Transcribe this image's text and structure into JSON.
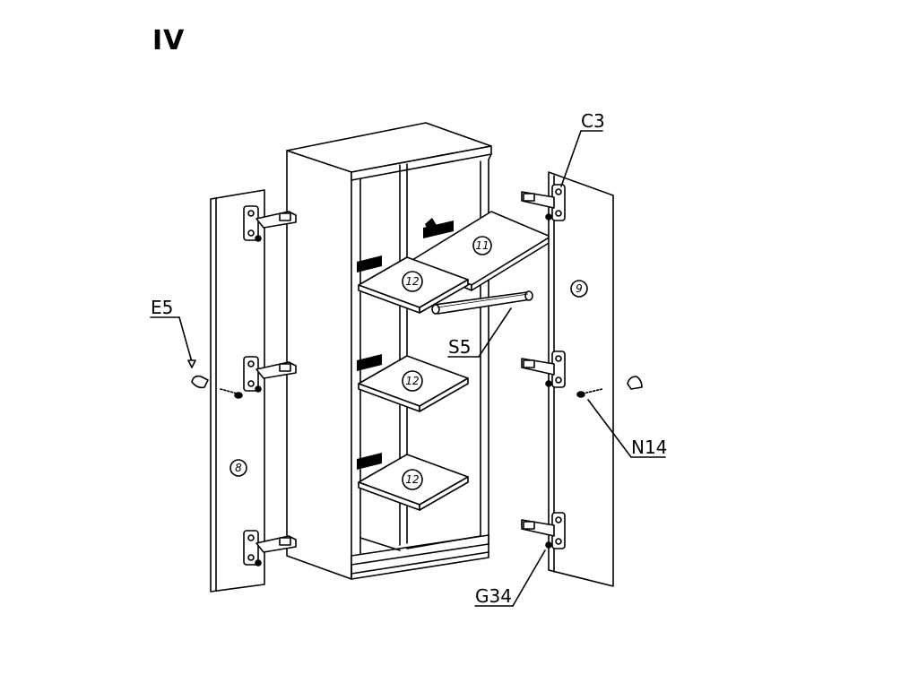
{
  "step": {
    "label": "IV"
  },
  "callouts": {
    "c3": "C3",
    "e5": "E5",
    "s5": "S5",
    "n14": "N14",
    "g34": "G34"
  },
  "parts": {
    "left_door": "8",
    "right_door": "9",
    "top_shelf": "11",
    "shelf_upper": "12",
    "shelf_middle": "12",
    "shelf_lower": "12"
  }
}
